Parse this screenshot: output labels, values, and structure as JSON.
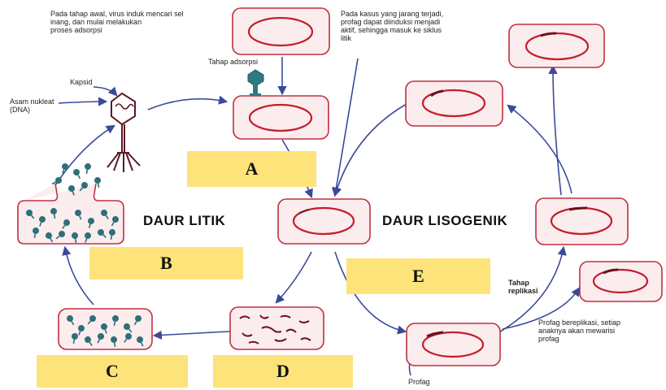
{
  "notes": {
    "adsorption_intro": "Pada tahap awal, virus induk mencari sel\ninang, dan mulai melakukan\nproses adsorpsi",
    "adsorption_stage": "Tahap adsorpsi",
    "capsid": "Kapsid",
    "nucleic_acid": "Asam nukleat\n(DNA)",
    "induction": "Pada kasus yang jarang terjadi,\nprofag dapat diinduksi menjadi\naktif, sehingga masuk ke siklus\nlitik",
    "replication_stage": "Tahap\nreplikasi",
    "prophage_replicates": "Profag bereplikasi, setiap\nanaknya akan mewarisi\nprofag",
    "prophage": "Profag"
  },
  "cycles": {
    "lytic": "DAUR LITIK",
    "lysogenic": "DAUR LISOGENIK"
  },
  "boxes": {
    "a": "A",
    "b": "B",
    "c": "C",
    "d": "D",
    "e": "E"
  },
  "colors": {
    "cell_border": "#c0303f",
    "cell_fill": "#fbecee",
    "ring": "#c21e2a",
    "prophage": "#6b1020",
    "arrow": "#3a4a9a",
    "phage": "#2e6f78",
    "tail": "#5a1a24",
    "box": "#fde37a"
  }
}
